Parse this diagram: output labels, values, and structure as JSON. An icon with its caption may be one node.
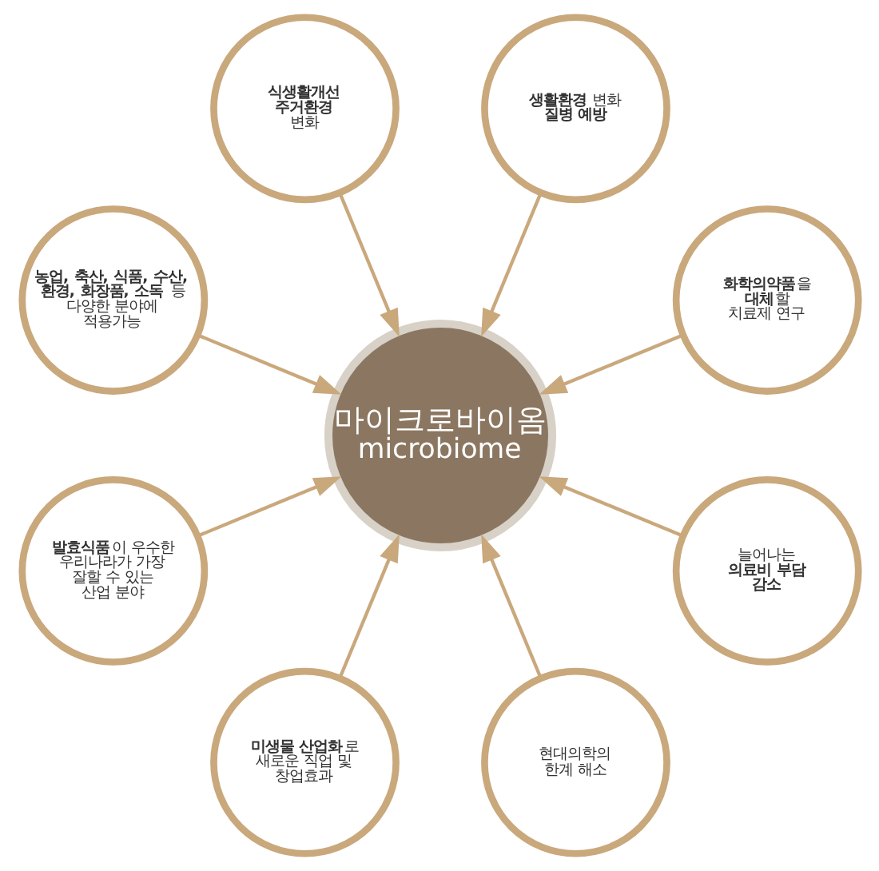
{
  "diagram": {
    "nodes": [
      {
        "text": [
          "마이크로바이옴",
          "microbiome"
        ]
      },
      {
        "text": [
          "**식생활개선 주거환경** 변화"
        ]
      },
      {
        "text": [
          "**생활환경** 변화 **질병 예방**"
        ]
      },
      {
        "text": [
          "**화학의약품**을 **대체**할 치료제 연구"
        ]
      },
      {
        "text": [
          "늘어나는 **의료비 부담 감소**"
        ]
      },
      {
        "text": [
          "현대의학의 한계 해소"
        ]
      },
      {
        "text": [
          "**미생물 산업화**로 새로운 직업 및 창업효과"
        ]
      },
      {
        "text": [
          "**발효식품**이 우수한 우리나라가 가장 잘할 수 있는 산업 분야"
        ]
      },
      {
        "text": [
          "**농업, 축산, 식품, 수산, 환경, 화장품, 소독** 등 다양한 분야에 적용가능"
        ]
      }
    ],
    "edges": [
      {
        "from": 1,
        "to": 0,
        "arrow": "to"
      },
      {
        "from": 2,
        "to": 0,
        "arrow": "to"
      },
      {
        "from": 3,
        "to": 0,
        "arrow": "to"
      },
      {
        "from": 4,
        "to": 0,
        "arrow": "to"
      },
      {
        "from": 5,
        "to": 0,
        "arrow": "to"
      },
      {
        "from": 6,
        "to": 0,
        "arrow": "to"
      },
      {
        "from": 7,
        "to": 0,
        "arrow": "to"
      },
      {
        "from": 8,
        "to": 0,
        "arrow": "to"
      }
    ]
  }
}
